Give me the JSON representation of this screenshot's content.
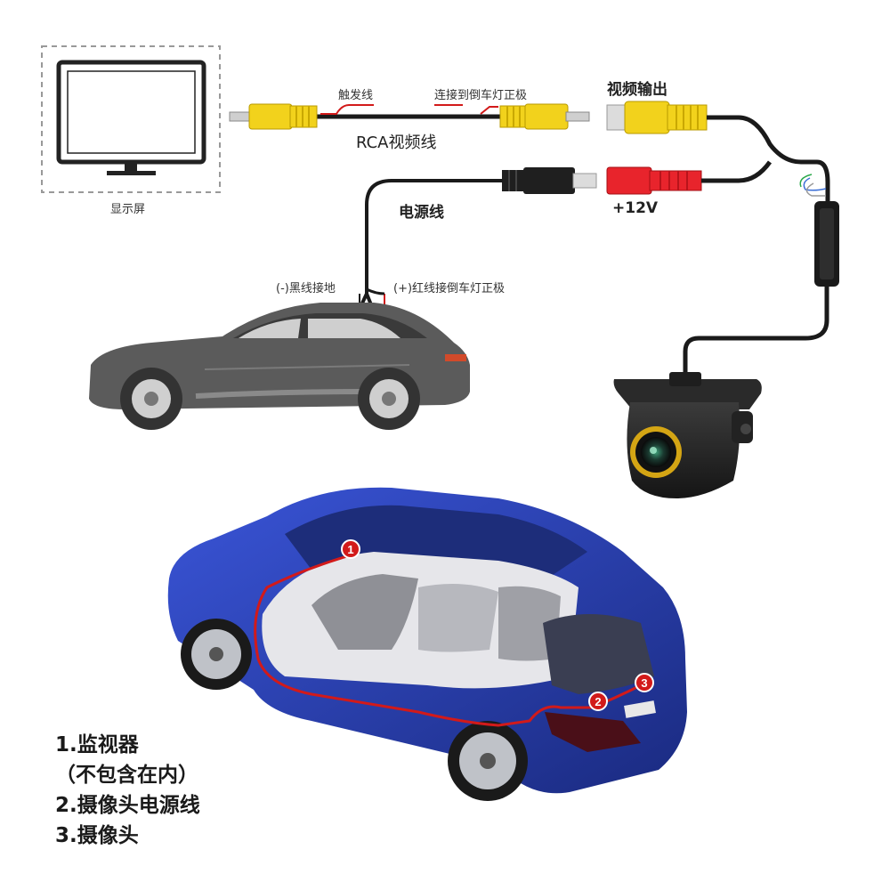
{
  "labels": {
    "monitor": "显示屏",
    "trigger_wire": "触发线",
    "reverse_light": "连接到倒车灯正极",
    "rca_cable": "RCA视频线",
    "video_out": "视频输出",
    "power_cable": "电源线",
    "plus12v": "+12V",
    "black_ground": "(-)黑线接地",
    "red_reverse": "(+)红线接倒车灯正极"
  },
  "markers": [
    "1",
    "2",
    "3"
  ],
  "legend": [
    "1.监视器",
    "（不包含在内）",
    "2.摄像头电源线",
    "3.摄像头"
  ],
  "colors": {
    "rca_yellow": "#f2d21c",
    "power_red": "#e8242c",
    "cable_black": "#1a1a1a",
    "car_gray": "#5b5b5b",
    "suv_blue": "#2a3fb0",
    "wire_red": "#d21a1a"
  }
}
